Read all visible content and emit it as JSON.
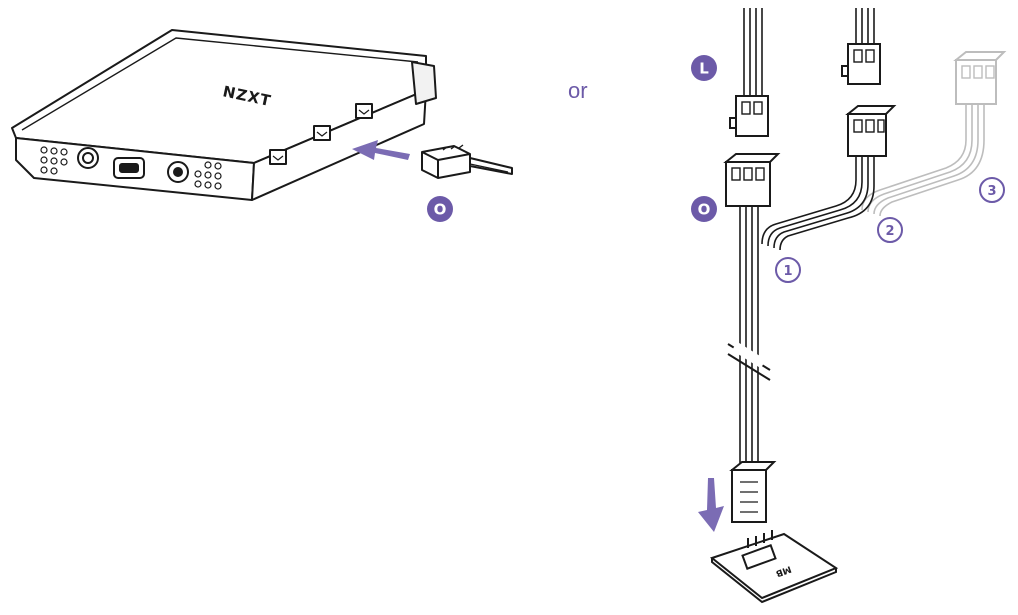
{
  "colors": {
    "accent": "#7b6cb4",
    "badge": "#6c5aa8",
    "line": "#1a1a1a",
    "faded": "#bdbdbd"
  },
  "controller": {
    "logo": "NZXT",
    "icon": "controller-device-icon"
  },
  "connector_icon": "fan-connector-icon",
  "badges": {
    "left_O": "O",
    "right_O": "O",
    "right_L": "L"
  },
  "separator": "or",
  "splitter_numbers": [
    "1",
    "2",
    "3"
  ],
  "motherboard": {
    "label": "MB",
    "icon": "motherboard-header-icon"
  }
}
